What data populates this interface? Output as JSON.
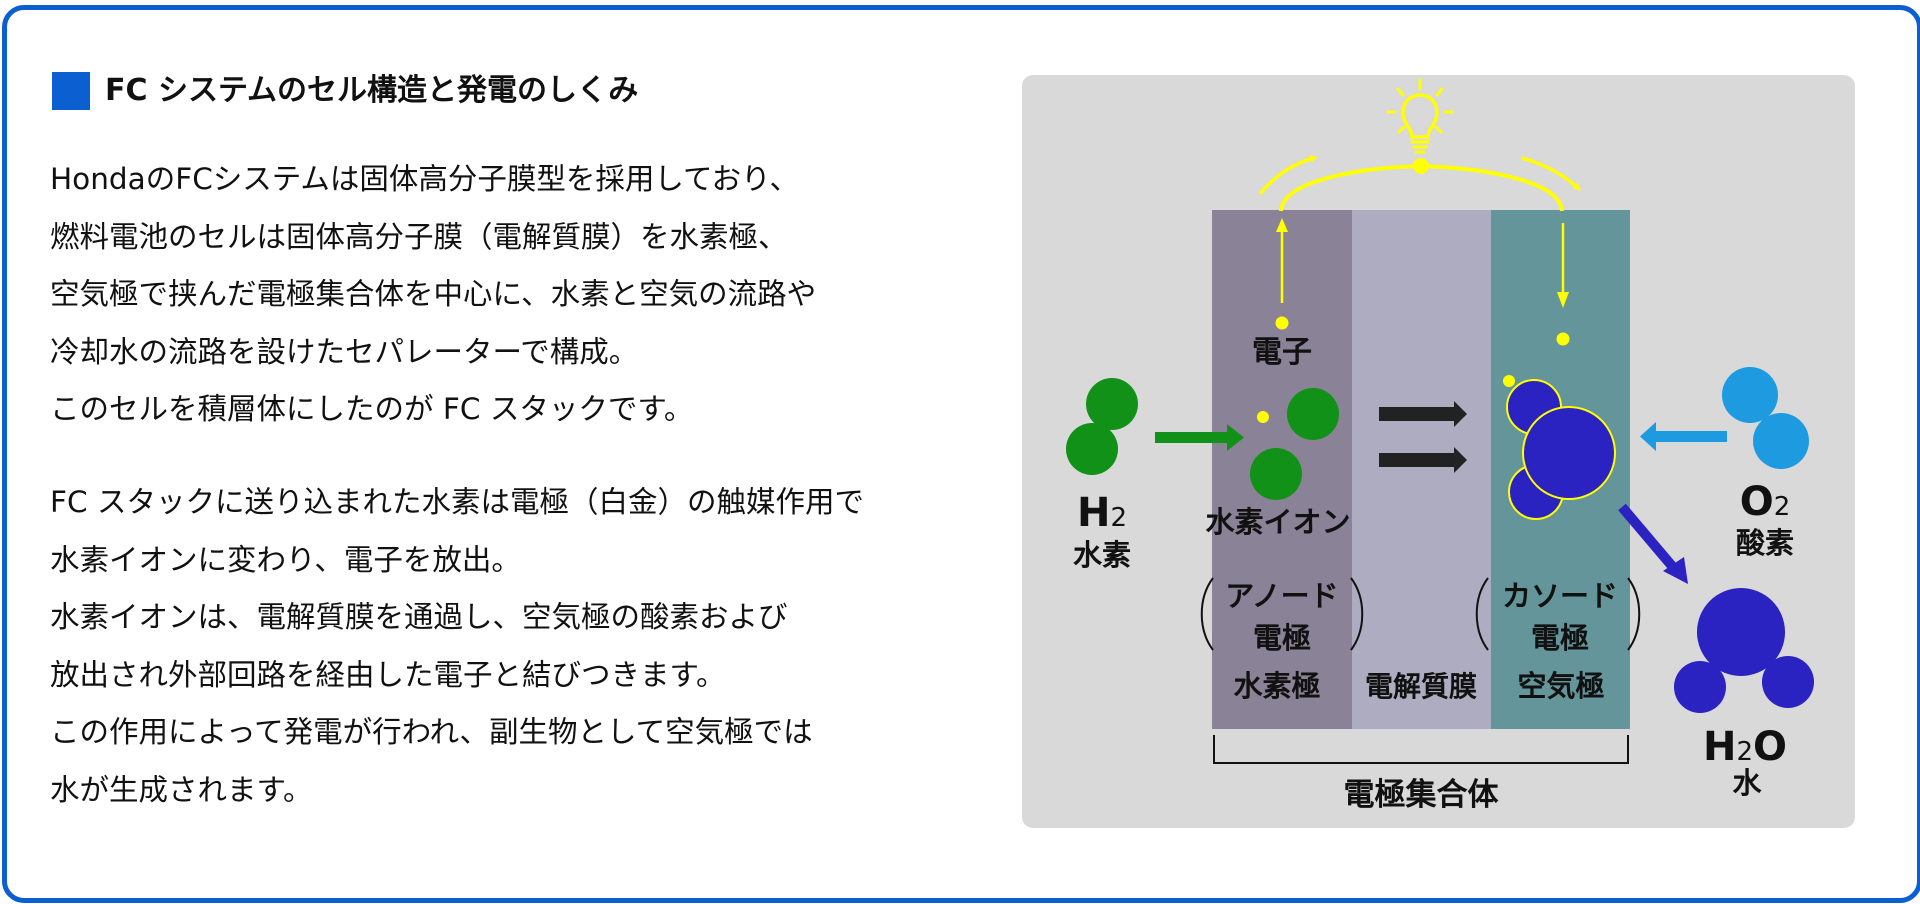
{
  "section": {
    "title": "FC システムのセル構造と発電のしくみ",
    "accent_color": "#0b5fd0",
    "paragraphs": [
      [
        "HondaのFCシステムは固体高分子膜型を採用しており、",
        "燃料電池のセルは固体高分子膜（電解質膜）を水素極、",
        "空気極で挟んだ電極集合体を中心に、水素と空気の流路や",
        "冷却水の流路を設けたセパレーターで構成。",
        "このセルを積層体にしたのが FC スタックです。"
      ],
      [
        "FC スタックに送り込まれた水素は電極（白金）の触媒作用で",
        "水素イオンに変わり、電子を放出。",
        "水素イオンは、電解質膜を通過し、空気極の酸素および",
        "放出され外部回路を経由した電子と結びつきます。",
        "この作用によって発電が行われ、副生物として空気極では",
        "水が生成されます。"
      ]
    ]
  },
  "diagram": {
    "colors": {
      "panel": "#d9d9d9",
      "anode": "#8a8296",
      "electrolyte": "#aeacc0",
      "cathode": "#64959a",
      "hydrogen": "#119118",
      "oxygen": "#1e9be0",
      "water": "#2b22c2",
      "electron": "#ffff00",
      "arrow_dark": "#222222"
    },
    "icons": {
      "bulb": "light-bulb-icon"
    },
    "labels": {
      "electron": "電子",
      "hydrogen_formula_main": "H",
      "hydrogen_formula_sub": "2",
      "hydrogen_name": "水素",
      "hydrogen_ion": "水素イオン",
      "oxygen_formula_main": "O",
      "oxygen_formula_sub": "2",
      "oxygen_name": "酸素",
      "water_formula_h": "H",
      "water_formula_sub": "2",
      "water_formula_o": "O",
      "water_name": "水",
      "anode_line1": "アノード",
      "anode_line2": "電極",
      "cathode_line1": "カソード",
      "cathode_line2": "電極",
      "anode_column": "水素極",
      "electrolyte_column": "電解質膜",
      "cathode_column": "空気極",
      "assembly": "電極集合体"
    }
  }
}
